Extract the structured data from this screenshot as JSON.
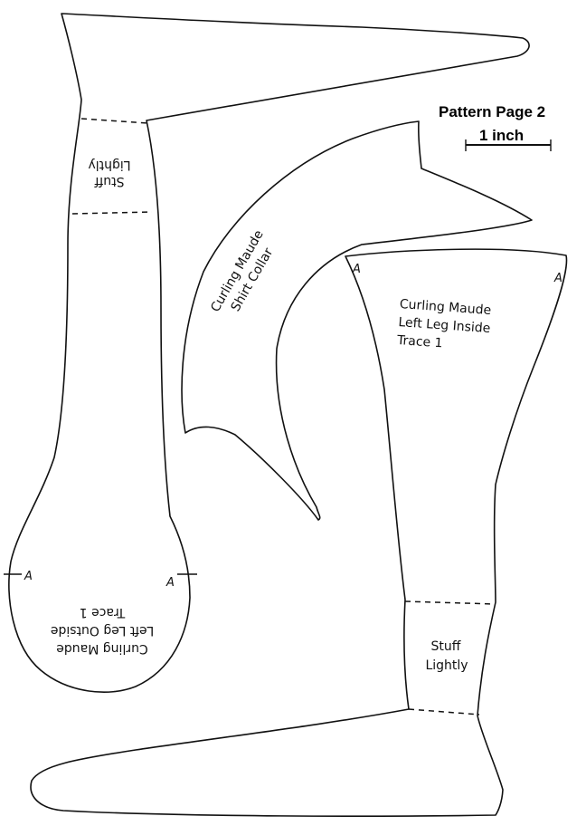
{
  "header": {
    "title": "Pattern Page 2",
    "scale_label": "1 inch"
  },
  "pieces": {
    "left_leg_outside": {
      "name_line1": "Curling Maude",
      "name_line2": "Left Leg Outside",
      "name_line3": "Trace 1",
      "stuff_line1": "Stuff",
      "stuff_line2": "Lightly",
      "mark_left": "A",
      "mark_right": "A"
    },
    "shirt_collar": {
      "name_line1": "Curling Maude",
      "name_line2": "Shirt Collar"
    },
    "left_leg_inside": {
      "name_line1": "Curling Maude",
      "name_line2": "Left Leg Inside",
      "name_line3": "Trace 1",
      "stuff_line1": "Stuff",
      "stuff_line2": "Lightly",
      "mark_left": "A",
      "mark_right": "A"
    }
  }
}
